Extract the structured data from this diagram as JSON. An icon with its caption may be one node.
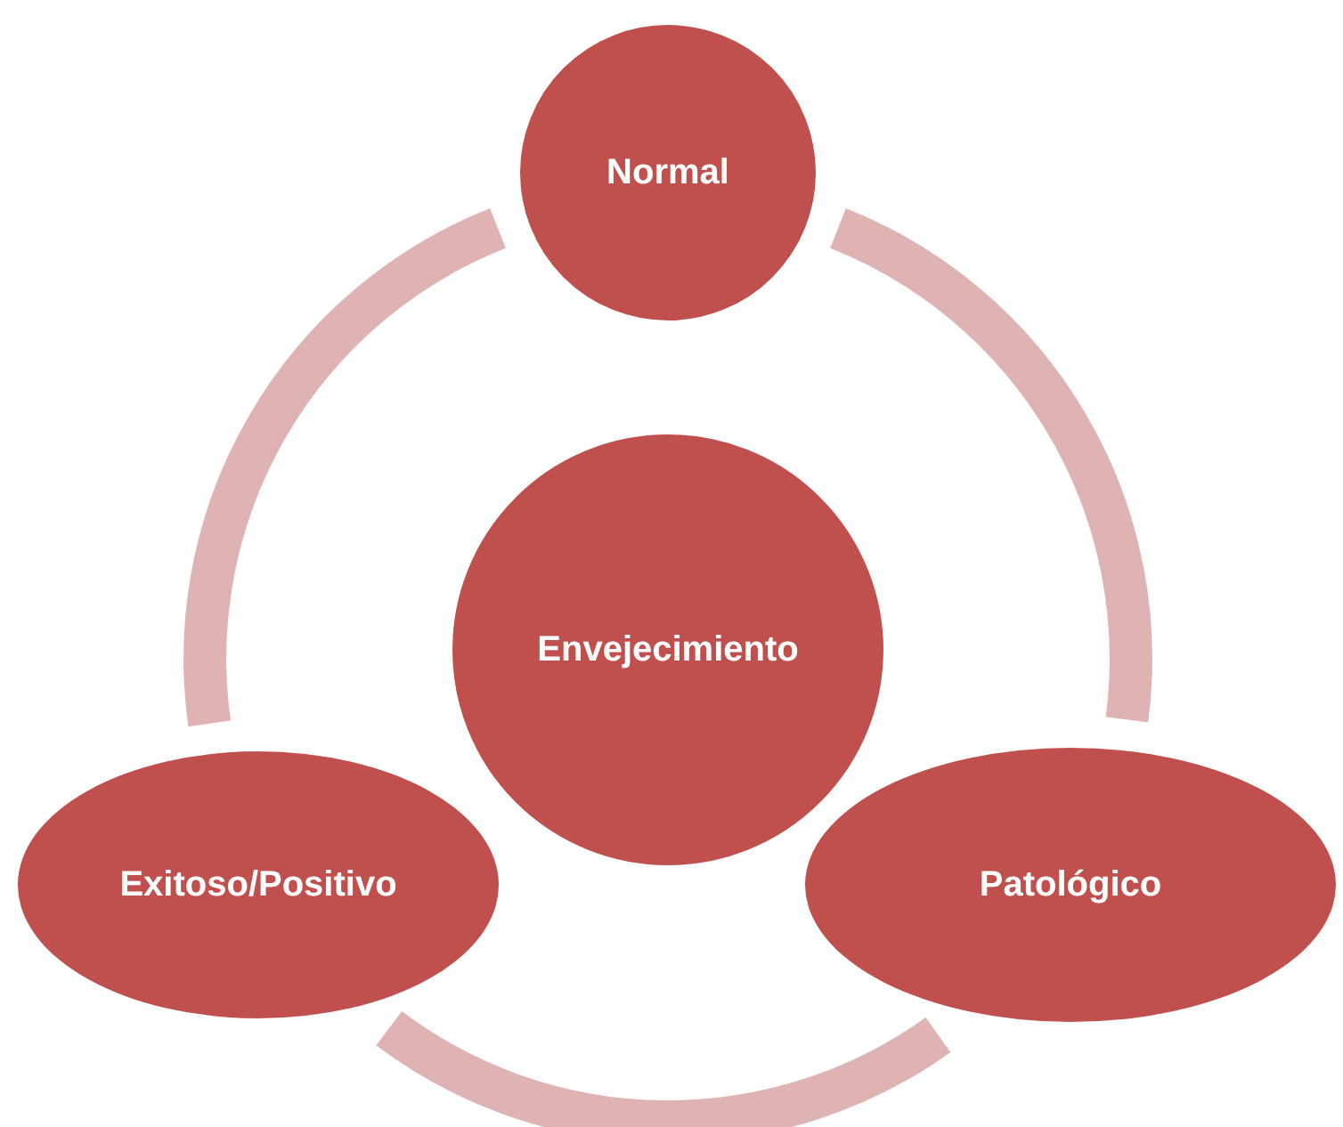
{
  "diagram": {
    "nodes": [
      {
        "text": [
          "Normal"
        ]
      },
      {
        "text": [
          "Envejecimiento"
        ]
      },
      {
        "text": [
          "Exitoso/Positivo"
        ]
      },
      {
        "text": [
          "Patológico"
        ]
      }
    ],
    "edges": [
      {
        "from": 0,
        "to": 3,
        "arrow": "none"
      },
      {
        "from": 3,
        "to": 2,
        "arrow": "none"
      },
      {
        "from": 2,
        "to": 0,
        "arrow": "none"
      }
    ]
  }
}
